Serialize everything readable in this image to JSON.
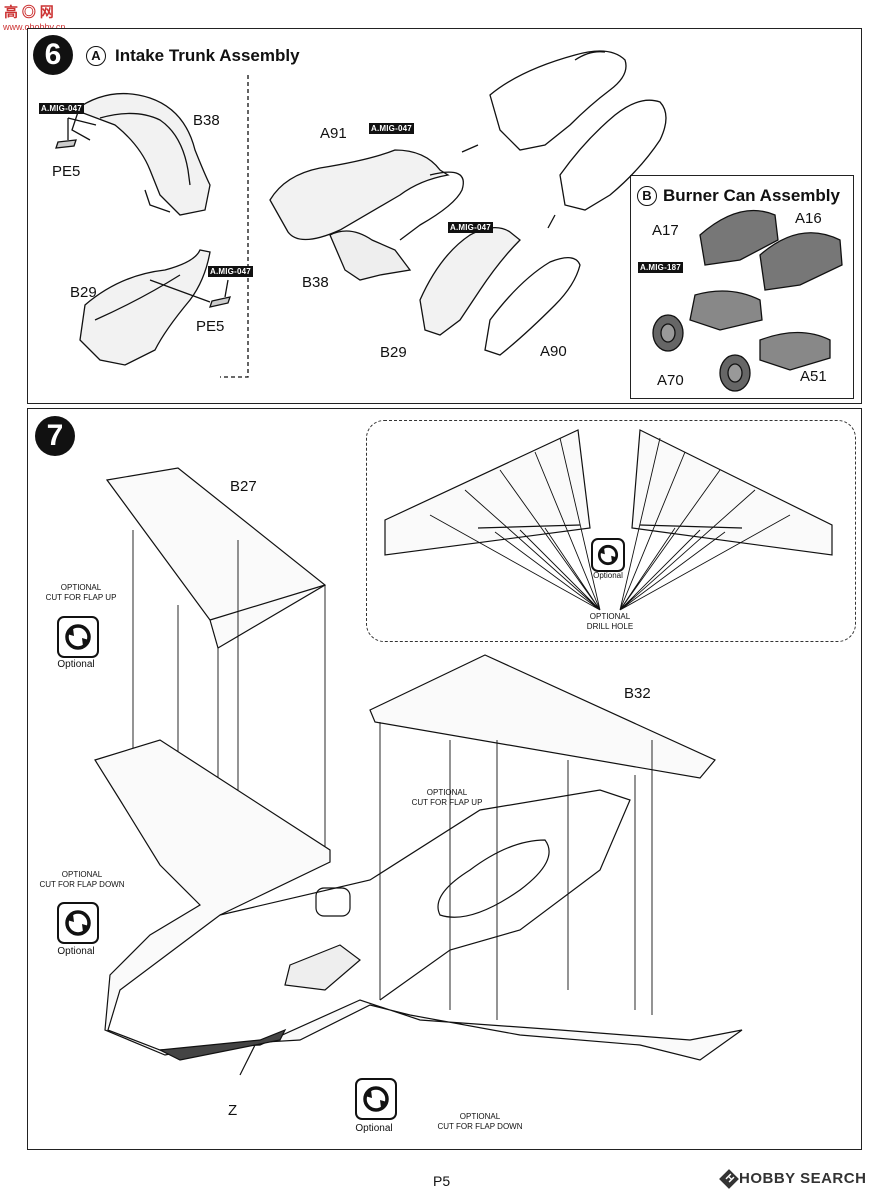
{
  "watermark": {
    "chars": "高 ◎ 网",
    "url": "www.ohobby.cn"
  },
  "step6": {
    "number": "6",
    "sub_a": {
      "letter": "A",
      "title": "Intake Trunk Assembly"
    },
    "sub_b": {
      "letter": "B",
      "title": "Burner Can Assembly"
    },
    "tags": [
      "A.MIG-047",
      "A.MIG-047",
      "A.MIG-047",
      "A.MIG-047",
      "A.MIG-187"
    ],
    "labels": {
      "b38_top": "B38",
      "pe5_top": "PE5",
      "b29_left": "B29",
      "pe5_bottom": "PE5",
      "a91": "A91",
      "b38_mid": "B38",
      "b29_mid": "B29",
      "a90": "A90",
      "a17": "A17",
      "a16": "A16",
      "a70": "A70",
      "a51": "A51"
    }
  },
  "step7": {
    "number": "7",
    "labels": {
      "b27": "B27",
      "b32": "B32",
      "z": "Z"
    },
    "notes": {
      "flap_up_left": "OPTIONAL\nCUT FOR FLAP UP",
      "flap_down_left": "OPTIONAL\nCUT FOR FLAP DOWN",
      "flap_up_center": "OPTIONAL\nCUT FOR FLAP UP",
      "flap_down_bottom": "OPTIONAL\nCUT FOR FLAP DOWN",
      "drill_hole": "OPTIONAL\nDRILL HOLE"
    },
    "optional_labels": [
      "Optional",
      "Optional",
      "Optional",
      "Optional"
    ]
  },
  "footer": {
    "page": "P5",
    "brand": "HOBBY SEARCH",
    "brand_prefix": "H"
  }
}
